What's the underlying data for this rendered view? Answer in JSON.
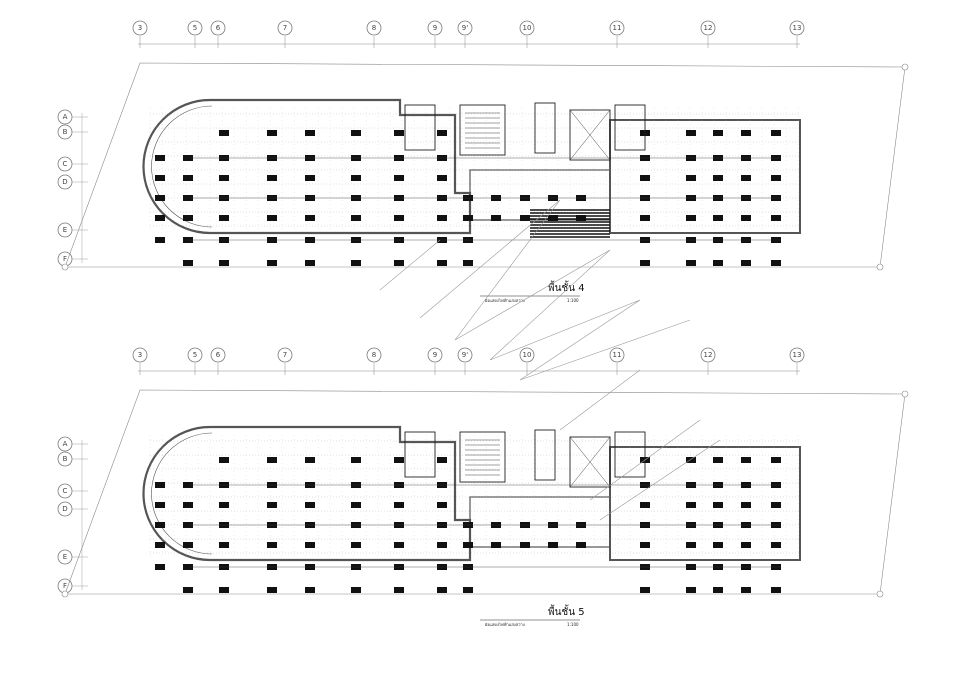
{
  "grid_columns": [
    "3",
    "5",
    "6",
    "7",
    "8",
    "9",
    "9'",
    "10",
    "11",
    "12",
    "13"
  ],
  "grid_rows": [
    "A",
    "B",
    "C",
    "D",
    "E",
    "F"
  ],
  "plans": [
    {
      "title": "พื้นชั้น 4",
      "subtitle": "ผังแสดงไฟฟ้าแสงสว่าง",
      "scale": "1:100"
    },
    {
      "title": "พื้นชั้น 5",
      "subtitle": "ผังแสดงไฟฟ้าแสงสว่าง",
      "scale": "1:100"
    }
  ],
  "colors": {
    "line": "#1a1a1a",
    "grid": "#8a8a8a",
    "wall": "#555555",
    "fixture": "#111111"
  }
}
